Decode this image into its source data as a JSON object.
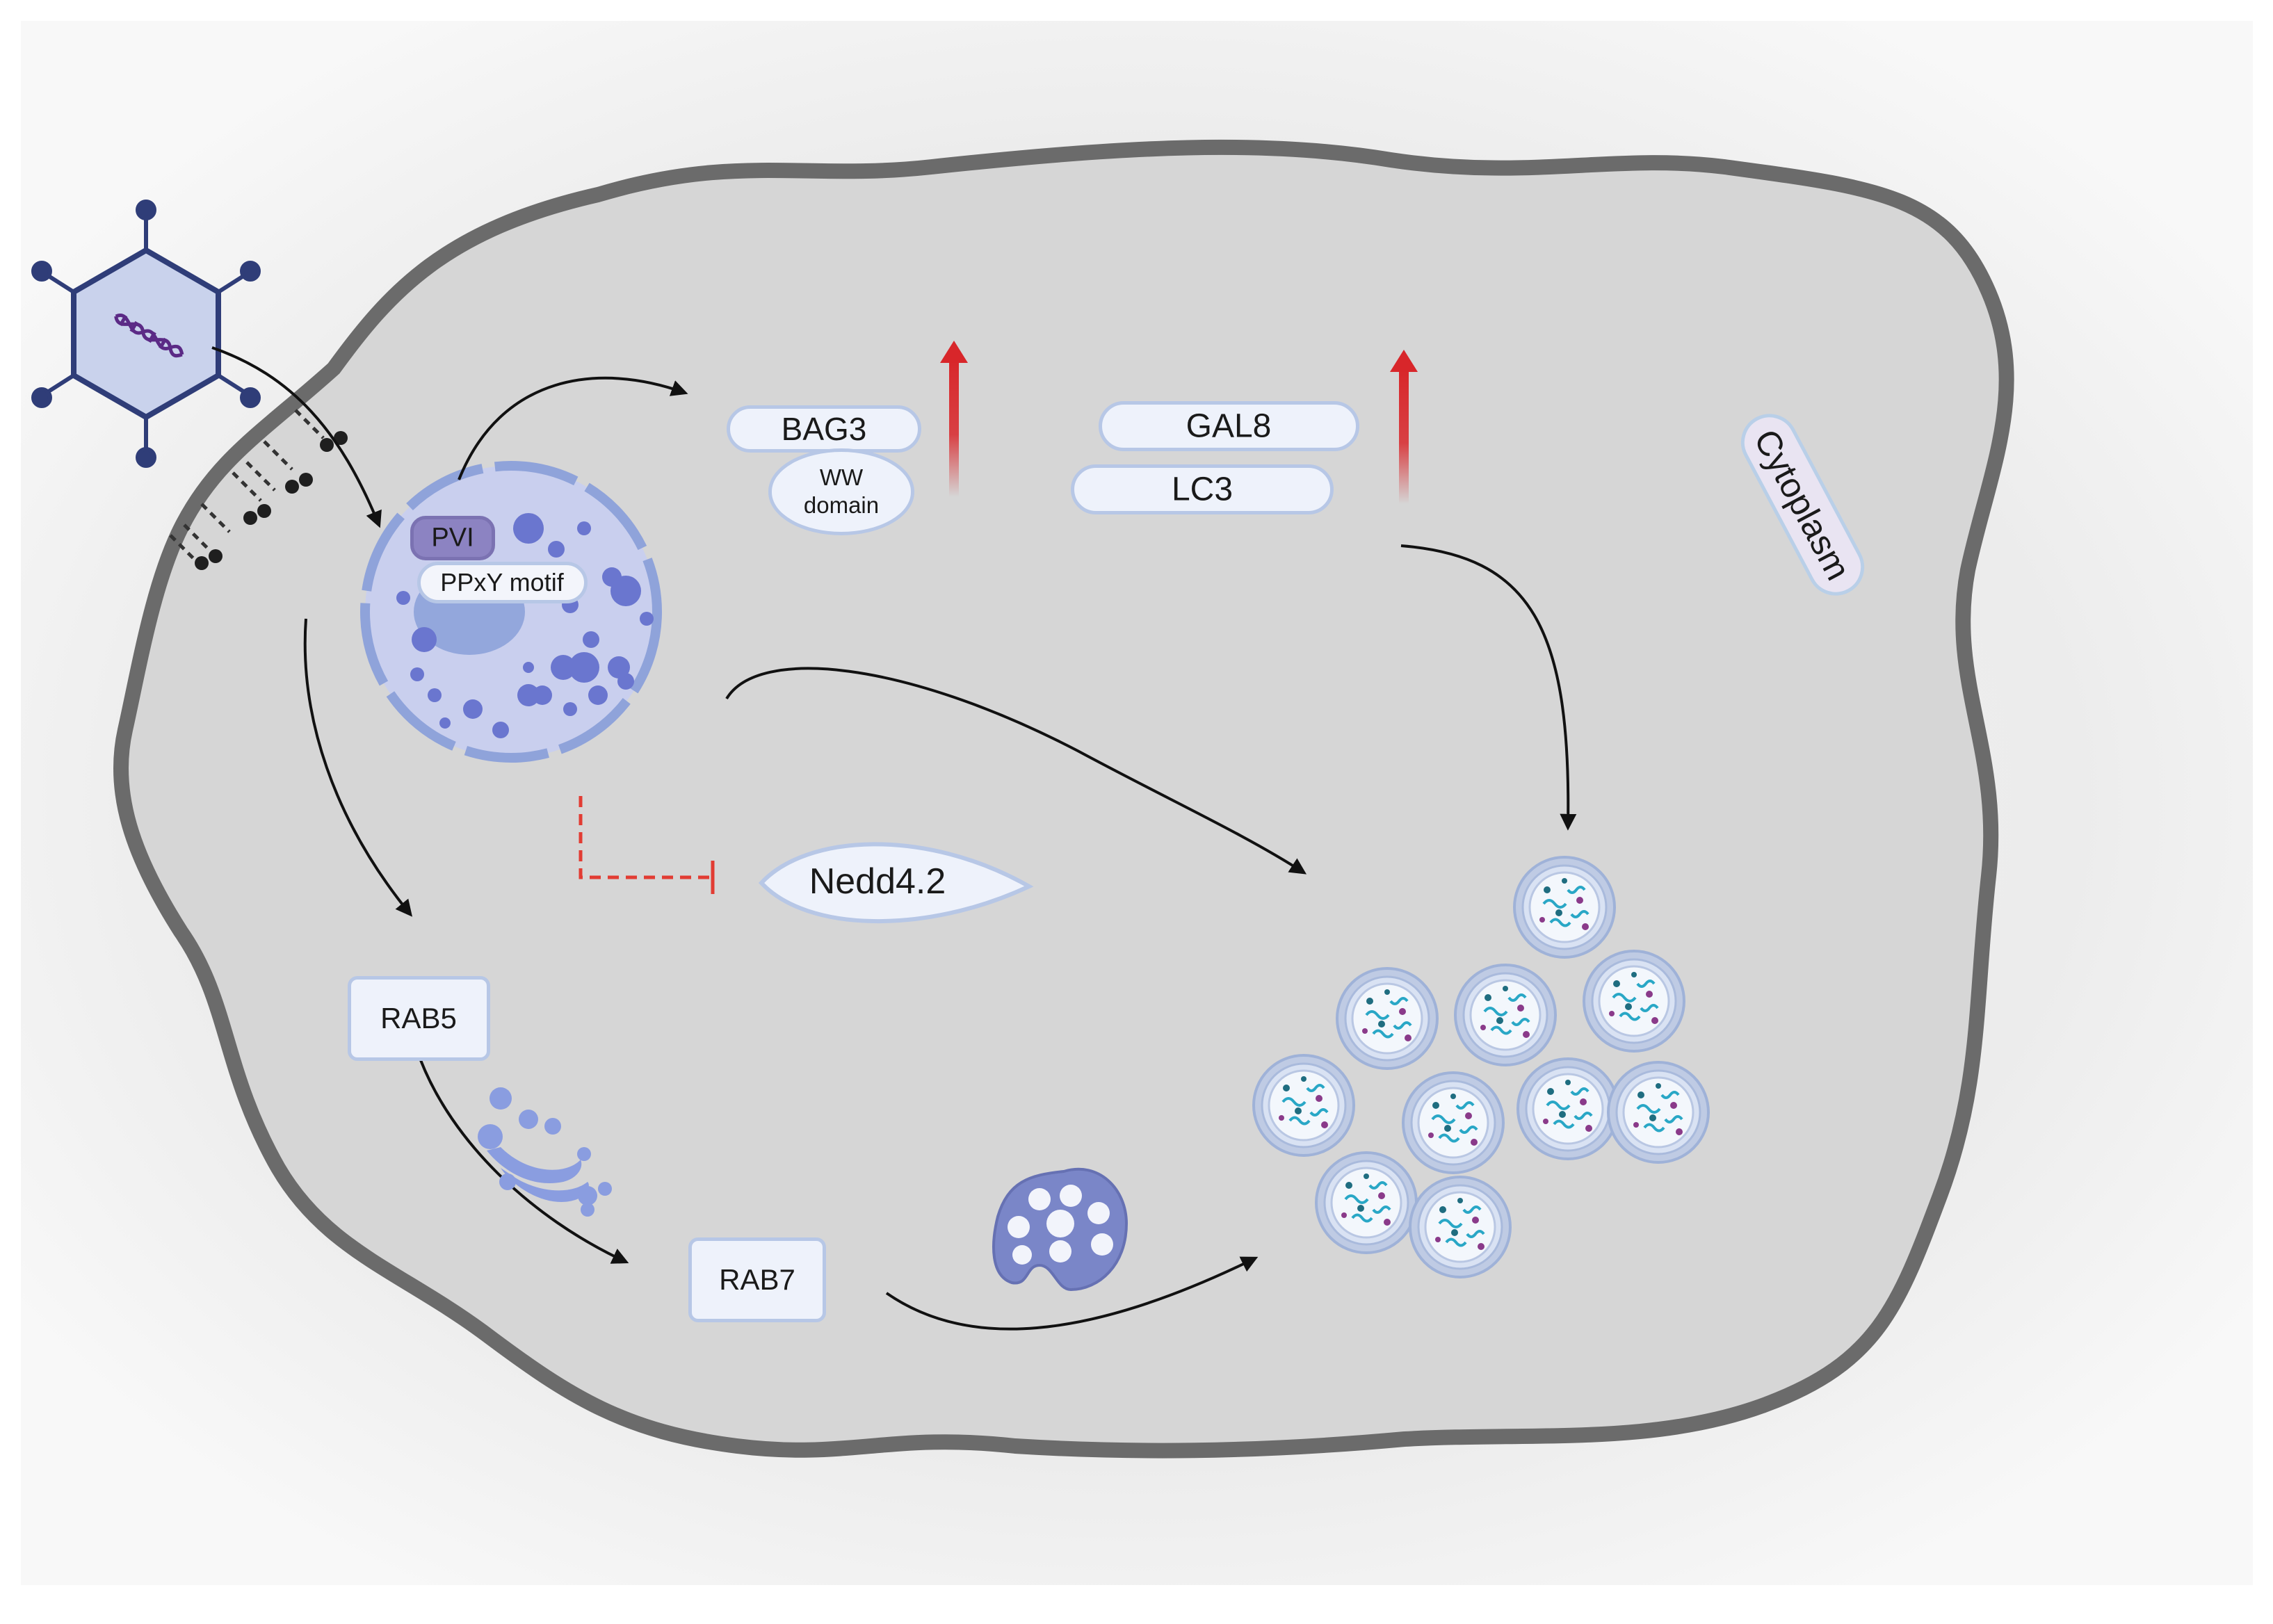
{
  "labels": {
    "bag3": "BAG3",
    "ww_domain": "WW\ndomain",
    "gal8": "GAL8",
    "lc3": "LC3",
    "cytoplasm": "Cytoplasm",
    "pvi": "PVI",
    "ppxy": "PPxY motif",
    "nedd": "Nedd4.2",
    "rab5": "RAB5",
    "rab7": "RAB7"
  },
  "colors": {
    "cell_fill": "#d6d6d6",
    "cell_outline": "#6b6b6b",
    "protein_fill": "#eef2fb",
    "protein_stroke": "#b7c7e6",
    "nucleus": "#c9cfee",
    "nucleus_dots": "#6a76cf",
    "upregulation_arrow": "#d8262a",
    "inhibition": "#e23c33",
    "virus": "#2f3d78",
    "autophagosome_content": "#29a7c6"
  },
  "icons": [
    "virus-icon",
    "dna-icon",
    "nucleus-icon",
    "golgi-icon",
    "lysosome-icon",
    "autophagosome-icon",
    "receptor-icon"
  ]
}
